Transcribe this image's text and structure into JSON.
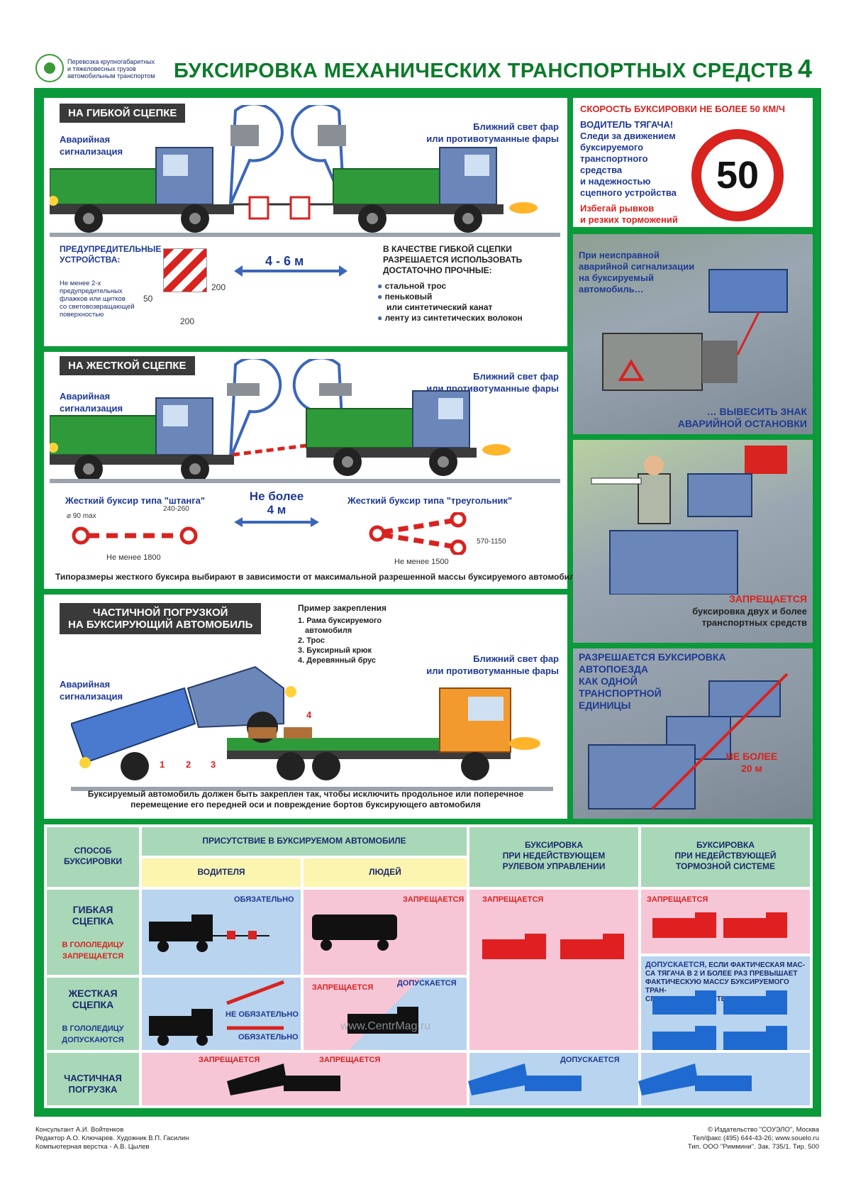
{
  "header": {
    "title": "БУКСИРОВКА МЕХАНИЧЕСКИХ ТРАНСПОРТНЫХ СРЕДСТВ",
    "page_number": "4",
    "series": [
      "Перевозка крупногабаритных",
      "и тяжеловесных грузов",
      "автомобильным транспортом"
    ]
  },
  "flexible": {
    "label": "НА ГИБКОЙ СЦЕПКЕ",
    "hazard": [
      "Аварийная",
      "сигнализация"
    ],
    "lights": [
      "Ближний свет фар",
      "или противотуманные фары"
    ],
    "distance": "4 - 6 м",
    "warning_title": [
      "ПРЕДУПРЕДИТЕЛЬНЫЕ",
      "УСТРОЙСТВА:"
    ],
    "warning_text": [
      "Не менее 2-х",
      "предупредительных",
      "флажков или щитков",
      "со световозвращающей",
      "поверхностью"
    ],
    "dim_200_v": "200",
    "dim_200_h": "200",
    "dim_50": "50",
    "allowed_title": [
      "В КАЧЕСТВЕ ГИБКОЙ СЦЕПКИ",
      "РАЗРЕШАЕТСЯ ИСПОЛЬЗОВАТЬ",
      "ДОСТАТОЧНО ПРОЧНЫЕ:"
    ],
    "allowed_items": [
      "стальной трос",
      "пеньковый",
      "или синтетический канат",
      "ленту из синтетических волокон"
    ]
  },
  "rigid": {
    "label": "НА ЖЕСТКОЙ СЦЕПКЕ",
    "hazard": [
      "Аварийная",
      "сигнализация"
    ],
    "lights": [
      "Ближний свет фар",
      "или противотуманные фары"
    ],
    "max_dist": [
      "Не более",
      "4 м"
    ],
    "rod_label": "Жесткий буксир типа \"штанга\"",
    "tri_label": "Жесткий буксир типа \"треугольник\"",
    "dim_90": "⌀ 90 max",
    "dim_240": "240-260",
    "dim_1800": "Не менее 1800",
    "dim_570": "570-1150",
    "dim_1500": "Не менее 1500",
    "note": "Типоразмеры жесткого буксира выбирают в зависимости от максимальной разрешенной массы буксируемого автомобиля"
  },
  "partial": {
    "label": [
      "ЧАСТИЧНОЙ ПОГРУЗКОЙ",
      "НА БУКСИРУЮЩИЙ АВТОМОБИЛЬ"
    ],
    "example_title": "Пример закрепления",
    "example_items": [
      "1. Рама буксируемого",
      "автомобиля",
      "2. Трос",
      "3. Буксирный крюк",
      "4. Деревянный брус"
    ],
    "hazard": [
      "Аварийная",
      "сигнализация"
    ],
    "lights": [
      "Ближний свет фар",
      "или противотуманные фары"
    ],
    "nums": [
      "1",
      "2",
      "3",
      "4"
    ],
    "note": [
      "Буксируемый автомобиль должен быть закреплен так, чтобы исключить продольное или поперечное",
      "перемещение его передней оси и повреждение бортов буксирующего автомобиля"
    ]
  },
  "right": {
    "speed_title": "СКОРОСТЬ БУКСИРОВКИ НЕ БОЛЕЕ 50 КМ/Ч",
    "driver_text": [
      "ВОДИТЕЛЬ ТЯГАЧА!",
      "Следи за движением",
      "буксируемого",
      "транспортного",
      "средства",
      "и надежностью",
      "сцепного устройства"
    ],
    "avoid_text": [
      "Избегай рывков",
      "и резких торможений"
    ],
    "sign_value": "50",
    "photo1_top": [
      "При неисправной",
      "аварийной сигнализации",
      "на буксируемый",
      "автомобиль…"
    ],
    "photo1_bottom": [
      "… ВЫВЕСИТЬ ЗНАК",
      "АВАРИЙНОЙ ОСТАНОВКИ"
    ],
    "photo2_red": "ЗАПРЕЩАЕТСЯ",
    "photo2_text": [
      "буксировка двух и более",
      "транспортных средств"
    ],
    "photo3_text": [
      "РАЗРЕШАЕТСЯ БУКСИРОВКА",
      "АВТОПОЕЗДА",
      "КАК ОДНОЙ",
      "ТРАНСПОРТНОЙ",
      "ЕДИНИЦЫ"
    ],
    "photo3_dist": [
      "НЕ БОЛЕЕ",
      "20 м"
    ]
  },
  "table": {
    "col_method": [
      "СПОСОБ",
      "БУКСИРОВКИ"
    ],
    "col_presence": "ПРИСУТСТВИЕ В БУКСИРУЕМОМ АВТОМОБИЛЕ",
    "col_driver": "ВОДИТЕЛЯ",
    "col_people": "ЛЮДЕЙ",
    "col_steering": [
      "БУКСИРОВКА",
      "ПРИ НЕДЕЙСТВУЮЩЕМ",
      "РУЛЕВОМ УПРАВЛЕНИИ"
    ],
    "col_brakes": [
      "БУКСИРОВКА",
      "ПРИ НЕДЕЙСТВУЮЩЕЙ",
      "ТОРМОЗНОЙ СИСТЕМЕ"
    ],
    "row1": [
      "ГИБКАЯ",
      "СЦЕПКА"
    ],
    "row1_note": [
      "В ГОЛОЛЕДИЦУ",
      "ЗАПРЕЩАЕТСЯ"
    ],
    "row2": [
      "ЖЕСТКАЯ",
      "СЦЕПКА"
    ],
    "row2_note": [
      "В ГОЛОЛЕДИЦУ",
      "ДОПУСКАЮТСЯ"
    ],
    "row3": [
      "ЧАСТИЧНАЯ",
      "ПОГРУЗКА"
    ],
    "mandatory": "ОБЯЗАТЕЛЬНО",
    "forbidden": "ЗАПРЕЩАЕТСЯ",
    "allowed": "ДОПУСКАЕТСЯ",
    "not_mandatory": "НЕ ОБЯЗАТЕЛЬНО",
    "brake_allowed_prefix": "ДОПУСКАЕТСЯ",
    "brake_allowed_text": [
      ", ЕСЛИ ФАКТИЧЕСКАЯ МАС-",
      "СА ТЯГАЧА В 2 И БОЛЕЕ РАЗ ПРЕВЫШАЕТ",
      "ФАКТИЧЕСКУЮ МАССУ БУКСИРУЕМОГО ТРАН-",
      "СПОРТНОГО СРЕДСТВА"
    ]
  },
  "watermark": "www.CentrMag.ru",
  "footer": {
    "left": [
      "Консультант А.И. Войтенков",
      "Редактор А.О. Ключарев. Художник В.П. Гасилин",
      "Компьютерная верстка - А.В. Цылев"
    ],
    "right": [
      "© Издательство \"СОУЭЛО\", Москва",
      "Тел/факс (495) 644-43-26; www.souelo.ru",
      "Тип. ООО \"Риммини\". Зак. 735/1. Тир. 500"
    ]
  },
  "colors": {
    "frame": "#0b9a3a",
    "truck_cab": "#6b86b8",
    "truck_body": "#2f9a3a",
    "red": "#d8231f",
    "blue_text": "#1f3a93"
  }
}
